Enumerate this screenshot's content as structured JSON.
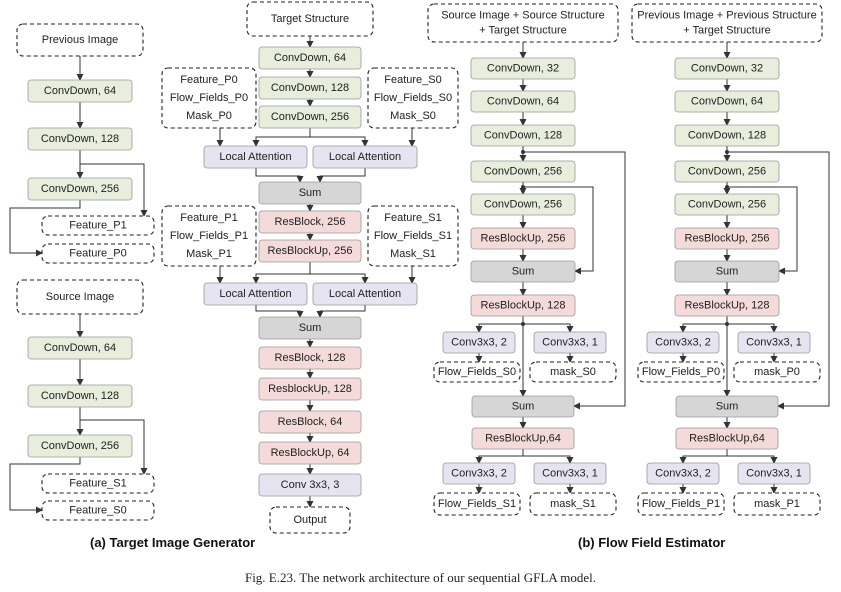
{
  "colors": {
    "green": "#e8eedc",
    "pink": "#f5dada",
    "lavender": "#e6e4f0",
    "gray": "#d6d6d6",
    "dashed": "#ffffff",
    "stroke": "#444444"
  },
  "left": {
    "previous_image": "Previous Image",
    "p_conv64": "ConvDown, 64",
    "p_conv128": "ConvDown, 128",
    "p_conv256": "ConvDown, 256",
    "feature_p1": "Feature_P1",
    "feature_p0": "Feature_P0",
    "source_image": "Source Image",
    "s_conv64": "ConvDown, 64",
    "s_conv128": "ConvDown, 128",
    "s_conv256": "ConvDown, 256",
    "feature_s1": "Feature_S1",
    "feature_s0": "Feature_S0"
  },
  "gen": {
    "target_structure": "Target Structure",
    "conv64": "ConvDown, 64",
    "conv128": "ConvDown, 128",
    "conv256": "ConvDown, 256",
    "in_p0": [
      "Feature_P0",
      "Flow_Fields_P0",
      "Mask_P0"
    ],
    "in_s0": [
      "Feature_S0",
      "Flow_Fields_S0",
      "Mask_S0"
    ],
    "in_p1": [
      "Feature_P1",
      "Flow_Fields_P1",
      "Mask_P1"
    ],
    "in_s1": [
      "Feature_S1",
      "Flow_Fields_S1",
      "Mask_S1"
    ],
    "local_attention": "Local Attention",
    "sum": "Sum",
    "resblock256": "ResBlock, 256",
    "resblockup256": "ResBlockUp, 256",
    "resblock128": "ResBlock, 128",
    "resblockup128": "ResblockUp, 128",
    "resblock64": "ResBlock, 64",
    "resblockup64": "ResBlockUp, 64",
    "conv3": "Conv 3x3, 3",
    "output": "Output"
  },
  "flow": {
    "inputs_a": "Source Image + Source Structure + Target Structure",
    "inputs_b": "Previous Image + Previous Structure + Target Structure",
    "conv32": "ConvDown, 32",
    "conv64": "ConvDown, 64",
    "conv128": "ConvDown, 128",
    "conv256a": "ConvDown, 256",
    "conv256b": "ConvDown, 256",
    "resblockup256": "ResBlockUp, 256",
    "sum": "Sum",
    "resblockup128": "ResBlockUp, 128",
    "conv3x3_2": "Conv3x3, 2",
    "conv3x3_1": "Conv3x3, 1",
    "resblockup64": "ResBlockUp,64",
    "a_flow0": "Flow_Fields_S0",
    "a_mask0": "mask_S0",
    "a_flow1": "Flow_Fields_S1",
    "a_mask1": "mask_S1",
    "b_flow0": "Flow_Fields_P0",
    "b_mask0": "mask_P0",
    "b_flow1": "Flow_Fields_P1",
    "b_mask1": "mask_P1"
  },
  "subcaption_a": "(a) Target Image Generator",
  "subcaption_b": "(b) Flow Field Estimator",
  "caption": "Fig. E.23. The network architecture of our sequential GFLA model."
}
